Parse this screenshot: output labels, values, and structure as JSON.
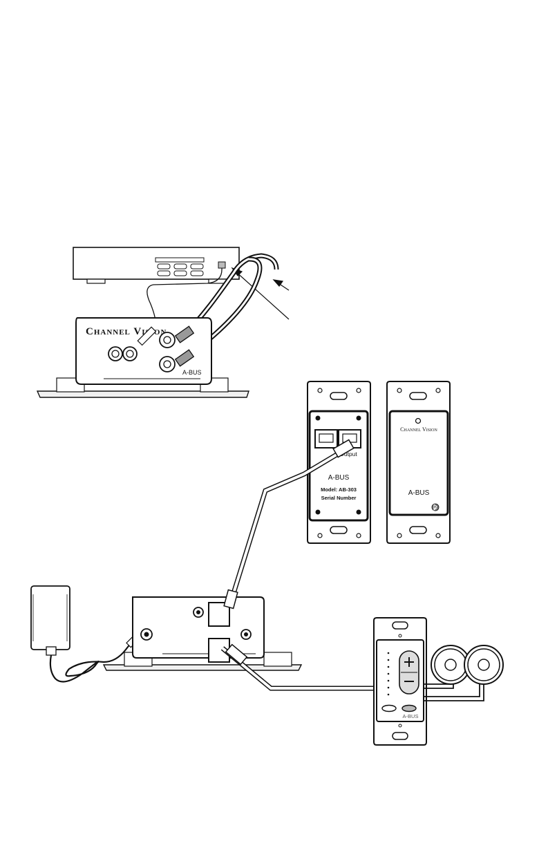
{
  "hub": {
    "brand": "Channel Vision",
    "logo": "A-BUS"
  },
  "wall_plate": {
    "port_label": "Output",
    "logo": "A-BUS",
    "model": "Model: AB-303",
    "serial": "Serial Number"
  },
  "front_plate": {
    "brand": "Channel Vision",
    "logo": "A-BUS",
    "bluetooth_icon": "bluetooth-icon"
  },
  "keypad": {
    "logo": "A-BUS",
    "up_icon": "plus-icon",
    "down_icon": "minus-icon"
  },
  "colors": {
    "line": "#1a1a1a",
    "cable_fill": "#ffffff",
    "metal": "#e9e9e9"
  }
}
